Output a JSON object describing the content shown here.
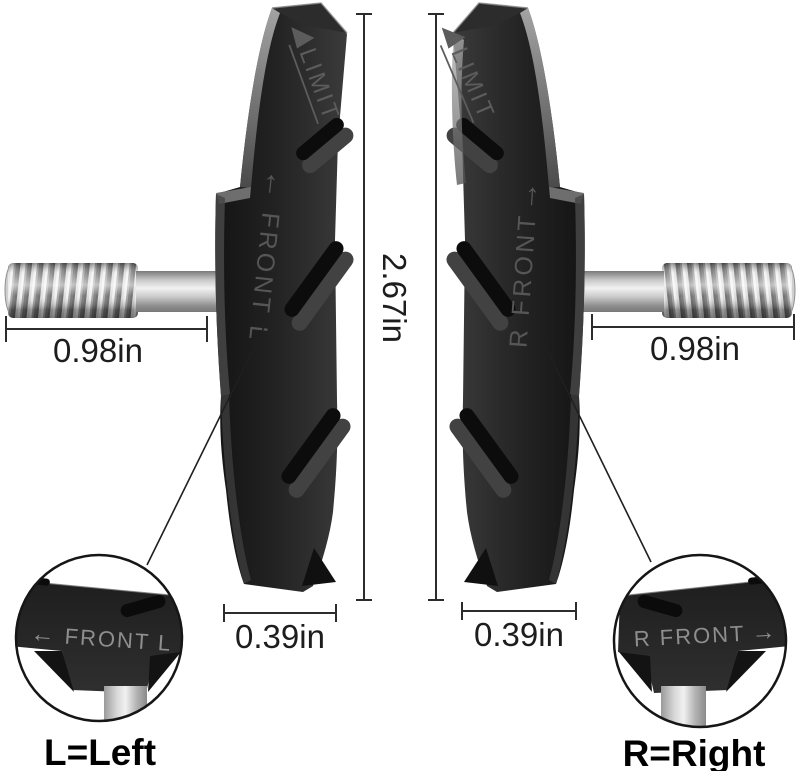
{
  "pads": {
    "left": {
      "limit_label": "LIMIT",
      "direction_arrow": "←",
      "side_label": "FRONT L"
    },
    "right": {
      "limit_label": "LIMIT",
      "side_label": "R FRONT",
      "direction_arrow": "→"
    }
  },
  "measurements": {
    "left_bolt_length": "0.98in",
    "right_bolt_length": "0.98in",
    "pad_height": "2.67in",
    "left_pad_thickness": "0.39in",
    "right_pad_thickness": "0.39in"
  },
  "insets": {
    "left": {
      "direction_arrow": "←",
      "engraving": "FRONT L",
      "caption": "L=Left"
    },
    "right": {
      "engraving": "R FRONT",
      "direction_arrow": "→",
      "caption": "R=Right"
    }
  },
  "colors": {
    "background": "#ffffff",
    "pad_dark": "#141414",
    "pad_mid": "#2d2d2d",
    "pad_light_facet": "#3b3b3b",
    "engraving_gray": "#5c5c5c",
    "metal_light": "#f2f2f2",
    "metal_dark": "#7a7a7a",
    "annotation_line": "#2c2c2c",
    "annotation_text": "#1d1d1d"
  }
}
